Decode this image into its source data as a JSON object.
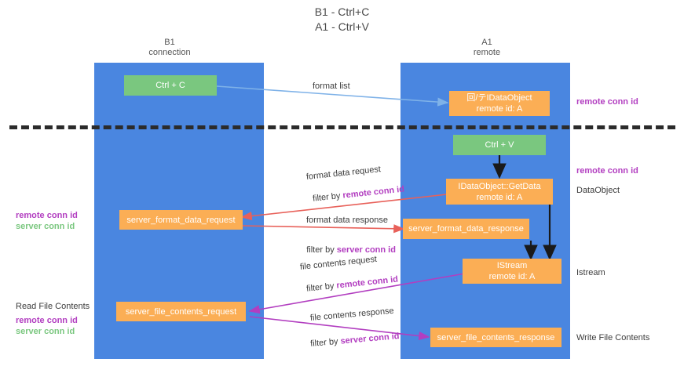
{
  "title": {
    "line1": "B1 - Ctrl+C",
    "line2": "A1 - Ctrl+V"
  },
  "columns": [
    {
      "name": "B1",
      "sub": "connection"
    },
    {
      "name": "A1",
      "sub": "remote"
    }
  ],
  "colors": {
    "lane": "#4a86e0",
    "green_box": "#7ac77f",
    "orange_box": "#fbae55",
    "remote_conn_id": "#b23ec0",
    "server_conn_id": "#7ac77f",
    "arrow_blue": "#7fb2e8",
    "arrow_red": "#e8615a",
    "arrow_purple": "#b23ec0",
    "arrow_black": "#1a1a1a",
    "separator": "#2b2b2b"
  },
  "boxes": {
    "ctrl_c": {
      "line1": "Ctrl + C",
      "line2": ""
    },
    "idataobject": {
      "line1": "回/テIDataObject",
      "line2": "remote id: A"
    },
    "ctrl_v": {
      "line1": "Ctrl + V",
      "line2": ""
    },
    "getdata": {
      "line1": "IDataObject::GetData",
      "line2": "remote id: A"
    },
    "server_format_data_request": {
      "line1": "server_format_data_request",
      "line2": ""
    },
    "server_format_data_response": {
      "line1": "server_format_data_response",
      "line2": ""
    },
    "istream": {
      "line1": "IStream",
      "line2": "remote id: A"
    },
    "server_file_contents_request": {
      "line1": "server_file_contents_request",
      "line2": ""
    },
    "server_file_contents_response": {
      "line1": "server_file_contents_response",
      "line2": ""
    }
  },
  "arrow_labels": {
    "format_list": "format list",
    "format_data_request": "format data request",
    "format_data_request_filter_prefix": "filter by ",
    "format_data_request_filter_value": "remote conn id",
    "format_data_response": "format data response",
    "format_data_response_filter_prefix": "filter by ",
    "format_data_response_filter_value": "server conn id",
    "file_contents_request": "file contents request",
    "file_contents_request_filter_prefix": "filter by ",
    "file_contents_request_filter_value": "remote conn id",
    "file_contents_response": "file contents response",
    "file_contents_response_filter_prefix": "filter by ",
    "file_contents_response_filter_value": "server conn id"
  },
  "side_labels": {
    "right_remote_conn_id_top": "remote conn id",
    "right_remote_conn_id_mid": "remote conn id",
    "right_dataobject": "DataObject",
    "right_istream": "Istream",
    "right_write_file_contents": "Write File Contents",
    "left_remote_conn_id_mid": "remote conn id",
    "left_server_conn_id_mid": "server conn id",
    "left_read_file_contents": "Read File Contents",
    "left_remote_conn_id_bottom": "remote conn id",
    "left_server_conn_id_bottom": "server conn id"
  }
}
